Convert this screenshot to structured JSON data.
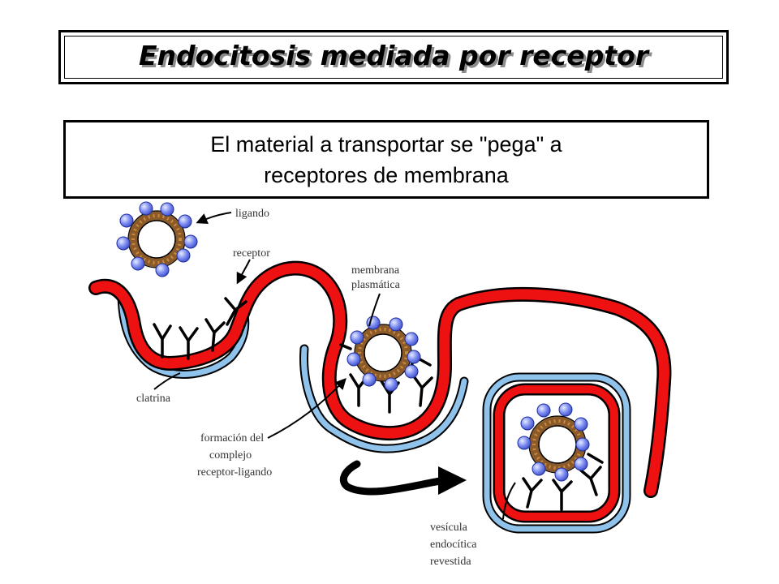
{
  "title": "Endocitosis mediada por receptor",
  "description": {
    "line1": "El material a transportar se \"pega\" a",
    "line2": "receptores de membrana"
  },
  "labels": {
    "ligand": "ligando",
    "receptor": "receptor",
    "membrane_1": "membrana",
    "membrane_2": "plasmática",
    "clathrin": "clatrina",
    "complex_1": "formación del",
    "complex_2": "complejo",
    "complex_3": "receptor-ligando",
    "vesicle_1": "vesícula",
    "vesicle_2": "endocítica",
    "vesicle_3": "revestida"
  },
  "colors": {
    "membrane": "#ee1111",
    "clathrin": "#8fc3ec",
    "ligand_particle": "#8b5a2b",
    "receptor_bead": "#6f7ff0"
  }
}
